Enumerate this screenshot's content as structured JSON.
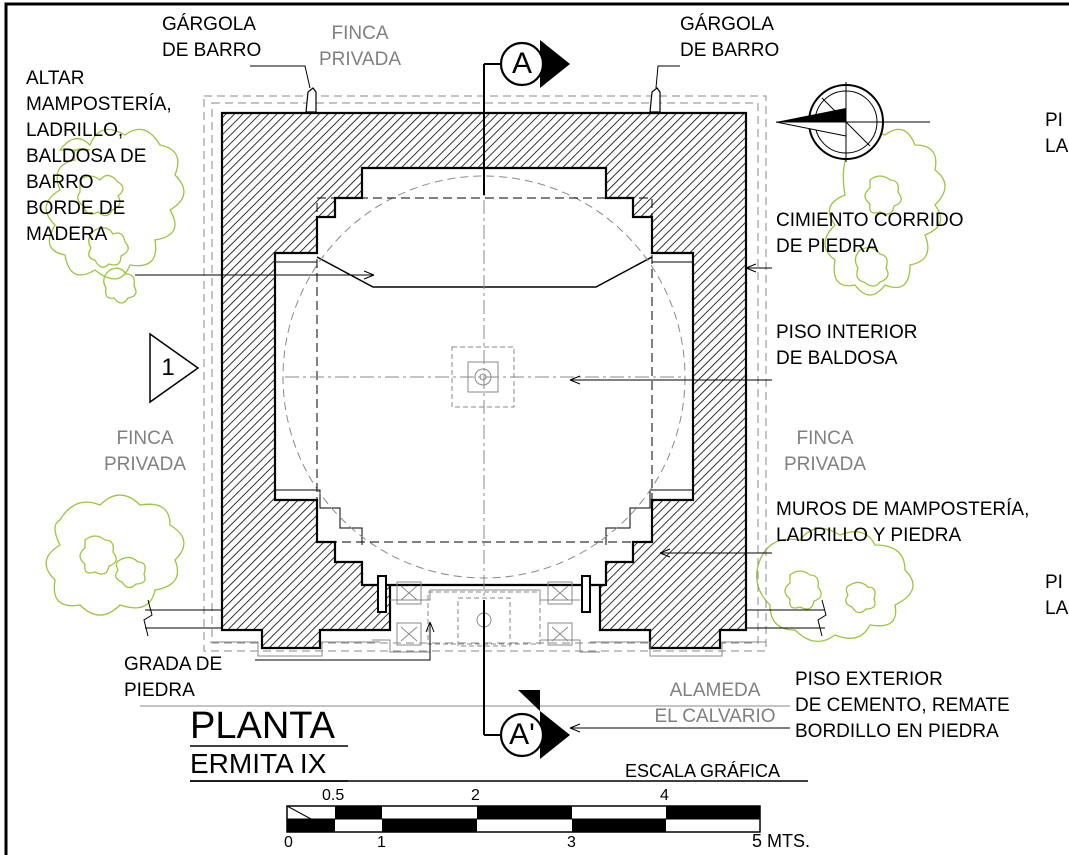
{
  "labels": {
    "gargola_left": [
      "GÁRGOLA",
      "DE BARRO"
    ],
    "finca_top": [
      "FINCA",
      "PRIVADA"
    ],
    "gargola_right": [
      "GÁRGOLA",
      "DE BARRO"
    ],
    "altar": [
      "ALTAR",
      "MAMPOSTERÍA,",
      "LADRILLO,",
      "BALDOSA DE",
      "BARRO",
      "BORDE DE",
      "MADERA"
    ],
    "cimiento": [
      "CIMIENTO CORRIDO",
      "DE PIEDRA"
    ],
    "piso_interior": [
      "PISO INTERIOR",
      "DE BALDOSA"
    ],
    "finca_left": [
      "FINCA",
      "PRIVADA"
    ],
    "finca_right": [
      "FINCA",
      "PRIVADA"
    ],
    "muros": [
      "MUROS DE MAMPOSTERÍA,",
      "LADRILLO Y PIEDRA"
    ],
    "grada": [
      "GRADA DE",
      "PIEDRA"
    ],
    "alameda": [
      "ALAMEDA",
      "EL CALVARIO"
    ],
    "piso_exterior": [
      "PISO EXTERIOR",
      "DE CEMENTO, REMATE",
      "BORDILLO EN PIEDRA"
    ],
    "pi_top": [
      "PI",
      "LA"
    ],
    "pi_bottom": [
      "PI",
      "LA"
    ]
  },
  "section_markers": {
    "top": "A",
    "bottom": "A'",
    "side": "1"
  },
  "title": {
    "main": "PLANTA",
    "sub": "ERMITA IX"
  },
  "scale": {
    "caption": "ESCALA GRÁFICA",
    "top_ticks": [
      "0.5",
      "2",
      "4"
    ],
    "bottom_ticks": [
      "0",
      "1",
      "3",
      "5 MTS."
    ]
  },
  "icons": {
    "north": "north-arrow-icon",
    "trees": "tree-foliage-icon"
  },
  "colors": {
    "line": "#000000",
    "gray_text": "#808080",
    "hatch": "#000000",
    "foliage": "#9bc53d",
    "guide": "#8a8a8a"
  }
}
